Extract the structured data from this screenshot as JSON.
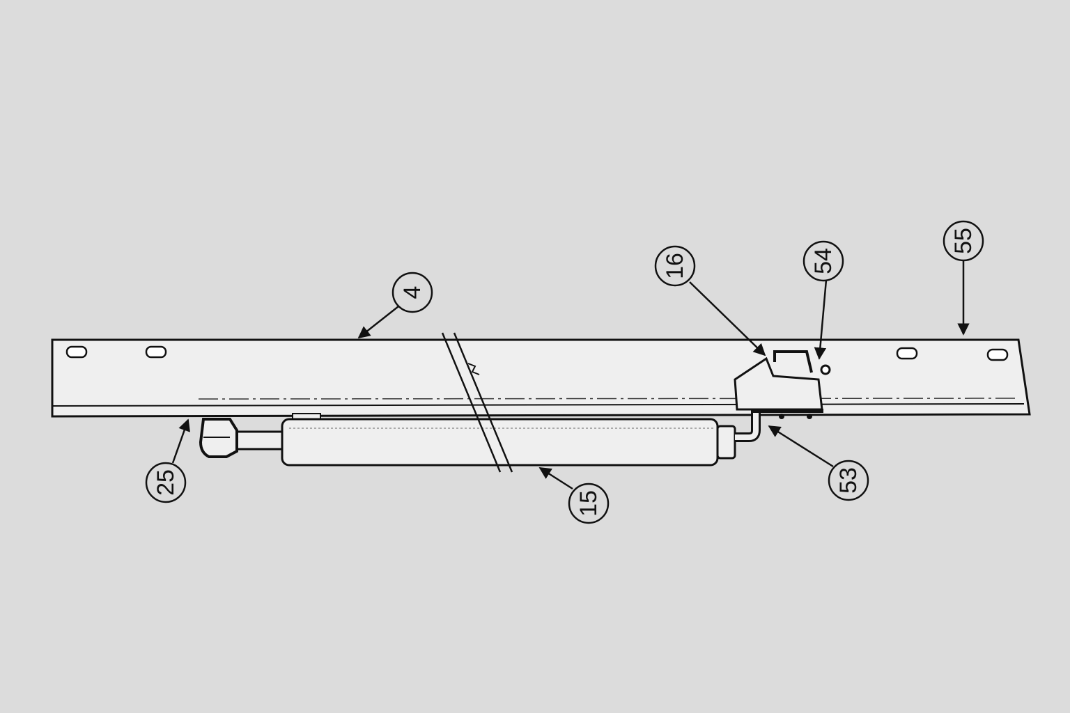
{
  "diagram": {
    "colors": {
      "background": "#dcdcdc",
      "line": "#111111",
      "part_fill": "#efefef"
    },
    "callouts": [
      {
        "id": "c4",
        "label": "4",
        "part": "bar"
      },
      {
        "id": "c16",
        "label": "16",
        "part": "mounting-bracket"
      },
      {
        "id": "c54",
        "label": "54",
        "part": "screw"
      },
      {
        "id": "c55",
        "label": "55",
        "part": "bar-end"
      },
      {
        "id": "c25",
        "label": "25",
        "part": "rod-end-elbow"
      },
      {
        "id": "c15",
        "label": "15",
        "part": "cylinder"
      },
      {
        "id": "c53",
        "label": "53",
        "part": "tube-fitting"
      }
    ]
  }
}
